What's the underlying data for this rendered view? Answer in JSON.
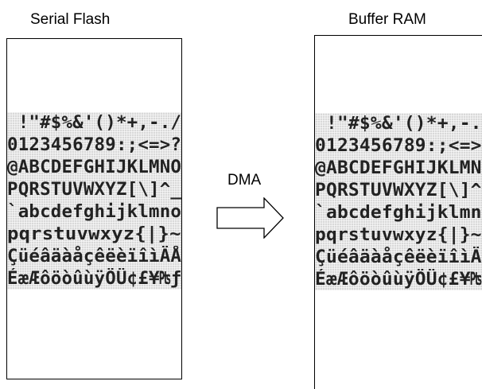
{
  "left_panel": {
    "title": "Serial Flash"
  },
  "right_panel": {
    "title": "Buffer RAM"
  },
  "arrow": {
    "label": "DMA"
  },
  "glyph_rows": [
    " !\"#$%&'()*+,-./",
    "0123456789:;<=>?",
    "@ABCDEFGHIJKLMNO",
    "PQRSTUVWXYZ[\\]^_",
    "`abcdefghijklmno",
    "pqrstuvwxyz{|}~",
    "ÇüéâäàåçêëèïîìÄÅ",
    "ÉæÆôöòûùÿÖÜ¢£¥₧ƒ"
  ],
  "right_glyph_rows": [
    " !\"#$%&'()*+,-.",
    "0123456789:;<=>",
    "@ABCDEFGHIJKLMN",
    "PQRSTUVWXYZ[\\]^",
    "`abcdefghijklmn",
    "pqrstuvwxyz{|}~",
    "ÇüéâäàåçêëèïîìÄ",
    "ÉæÆôöòûùÿÖÜ¢£¥₧"
  ],
  "colors": {
    "band": "#d9d9d9",
    "glyph": "#222222",
    "border": "#000000"
  }
}
